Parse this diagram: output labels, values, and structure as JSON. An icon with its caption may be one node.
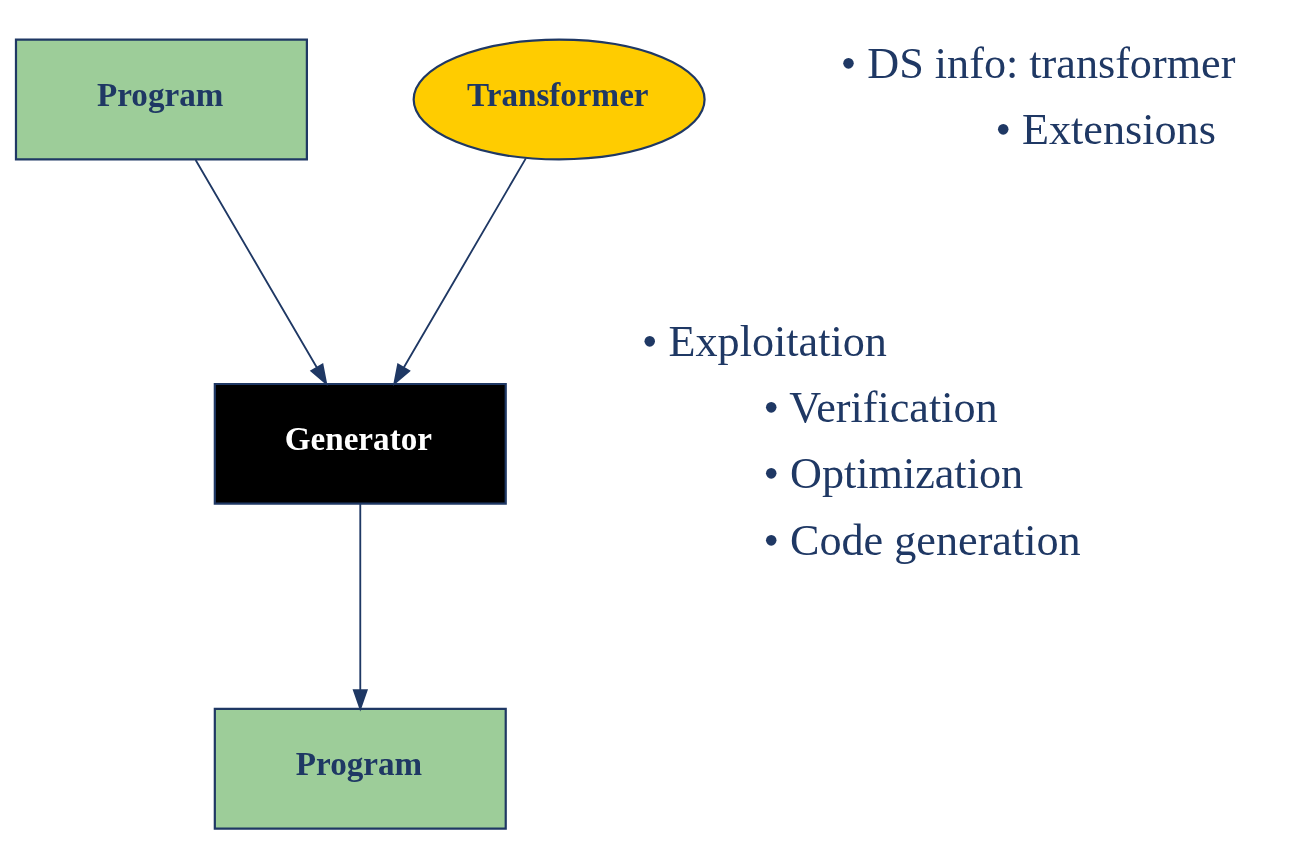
{
  "diagram": {
    "nodes": [
      {
        "text": [
          "Program"
        ]
      },
      {
        "text": [
          "Transformer"
        ]
      },
      {
        "text": [
          "Generator"
        ]
      },
      {
        "text": [
          "Program"
        ]
      }
    ],
    "edges": [
      {
        "from": 0,
        "to": 2,
        "arrow": "to"
      },
      {
        "from": 1,
        "to": 2,
        "arrow": "to"
      },
      {
        "from": 2,
        "to": 3,
        "arrow": "to"
      }
    ],
    "labels": [
      "• DS info: transformer",
      "• Extensions",
      "• Exploitation",
      "• Verification",
      "• Optimization",
      "• Code generation"
    ]
  }
}
